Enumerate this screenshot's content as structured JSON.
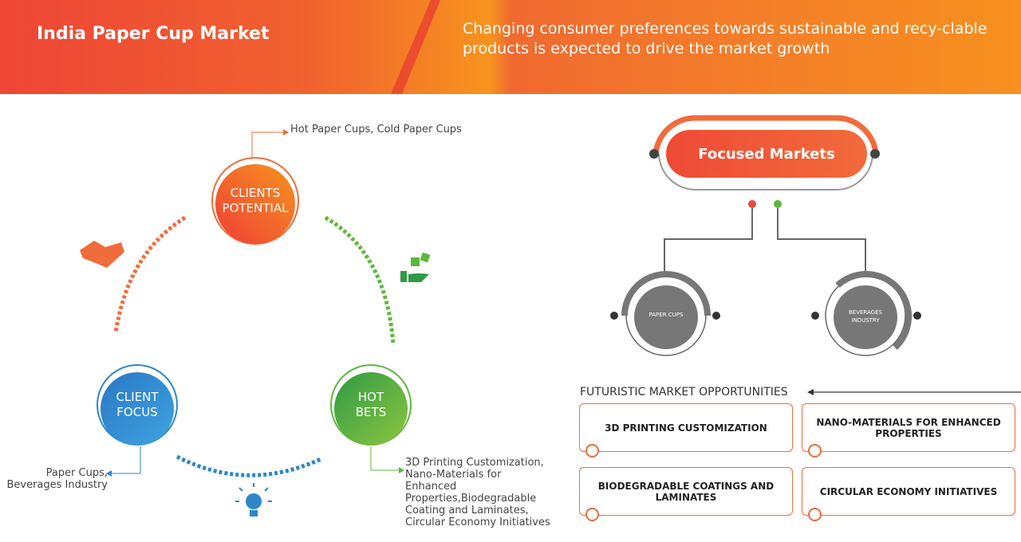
{
  "header": {
    "title": "India Paper Cup Market",
    "tagline": "Changing consumer preferences towards sustainable and recy-clable products is expected to drive the market growth"
  },
  "cycle": {
    "clients_potential": {
      "label": "CLIENTS POTENTIAL",
      "note": "Hot Paper Cups, Cold Paper Cups"
    },
    "client_focus": {
      "label": "CLIENT FOCUS",
      "note": "Paper Cups, Beverages Industry"
    },
    "hot_bets": {
      "label": "HOT BETS",
      "note": "3D Printing Customization, Nano-Materials for Enhanced Properties,Biodegradable Coating and Laminates, Circular Economy Initiatives"
    }
  },
  "focused": {
    "title": "Focused Markets",
    "markets": [
      "PAPER CUPS",
      "BEVERAGES INDUSTRY"
    ]
  },
  "opportunities": {
    "title": "FUTURISTIC MARKET OPPORTUNITIES",
    "items": [
      "3D PRINTING CUSTOMIZATION",
      "NANO-MATERIALS FOR ENHANCED PROPERTIES",
      "BIODEGRADABLE COATINGS AND LAMINATES",
      "CIRCULAR ECONOMY INITIATIVES"
    ]
  },
  "colors": {
    "orange": "#f26b3a",
    "blue": "#2e86c9",
    "green": "#5cb83a",
    "gray": "#777777"
  }
}
